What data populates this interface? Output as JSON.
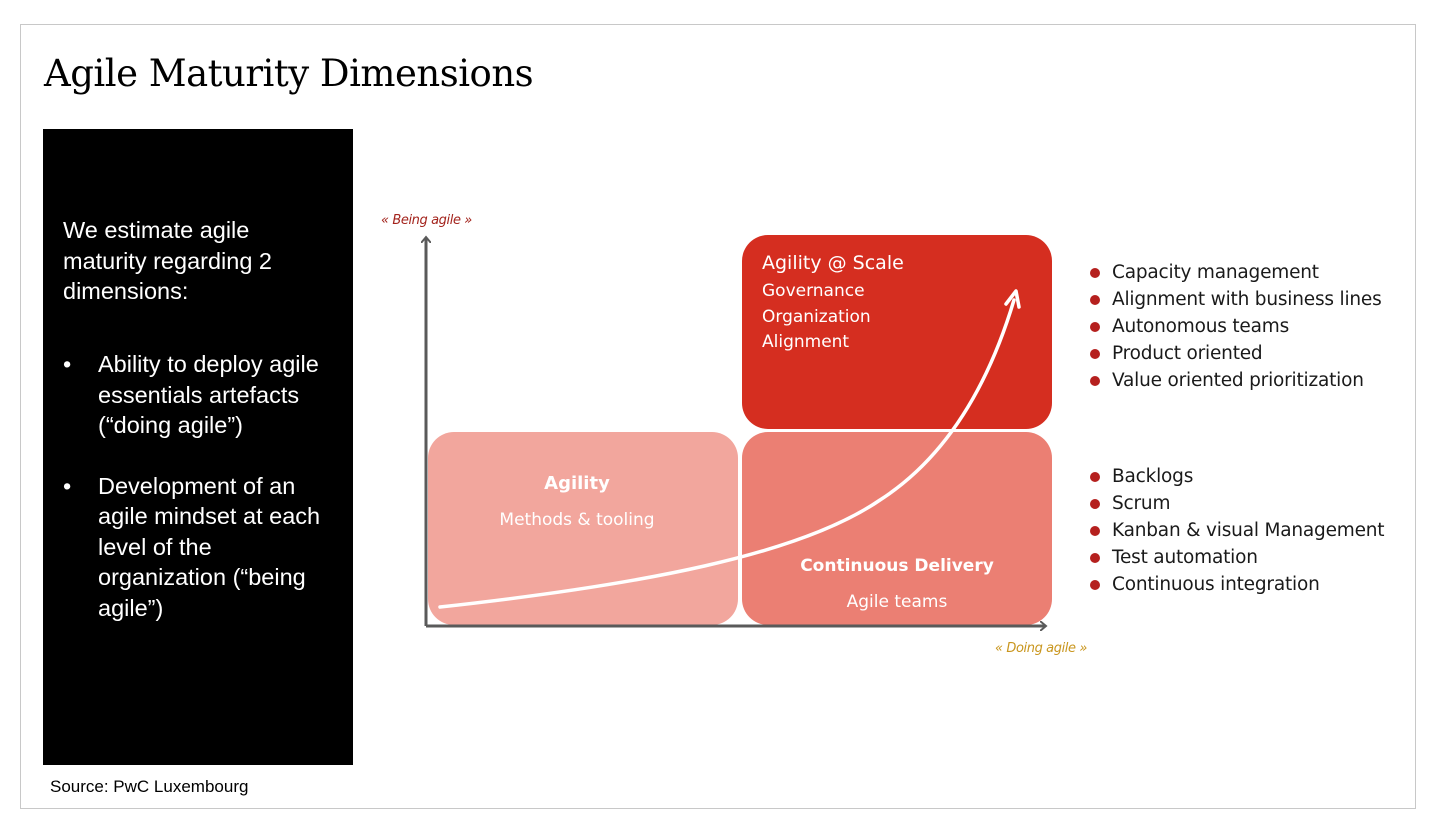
{
  "title": "Agile Maturity Dimensions",
  "left_panel": {
    "intro": "We estimate agile maturity regarding 2 dimensions:",
    "bullet_char": "•",
    "points": [
      "Ability to deploy agile essentials artefacts (“doing agile”)",
      "Development of an agile mindset at each level of the organization (“being agile”)"
    ]
  },
  "source": "Source: PwC Luxembourg",
  "diagram": {
    "y_axis_label": "« Being agile »",
    "x_axis_label": "« Doing agile »",
    "boxes": {
      "agility": {
        "title": "Agility",
        "subtitle": "Methods & tooling"
      },
      "continuous_delivery": {
        "title": "Continuous Delivery",
        "subtitle": "Agile teams"
      },
      "agility_scale": {
        "title": "Agility @ Scale",
        "lines": [
          "Governance",
          "Organization",
          "Alignment"
        ]
      }
    },
    "colors": {
      "agility_fill": "#f2a69d",
      "continuous_delivery_fill": "#eb7f73",
      "agility_scale_fill": "#d52e20",
      "axis": "#5a5a5a",
      "y_label": "#a3231c",
      "x_label": "#c9961e",
      "bullet_dot": "#b5201e"
    }
  },
  "scale_bullets": [
    "Capacity management",
    "Alignment with business lines",
    "Autonomous teams",
    "Product oriented",
    "Value oriented prioritization"
  ],
  "delivery_bullets": [
    "Backlogs",
    "Scrum",
    "Kanban & visual Management",
    "Test automation",
    "Continuous integration"
  ]
}
